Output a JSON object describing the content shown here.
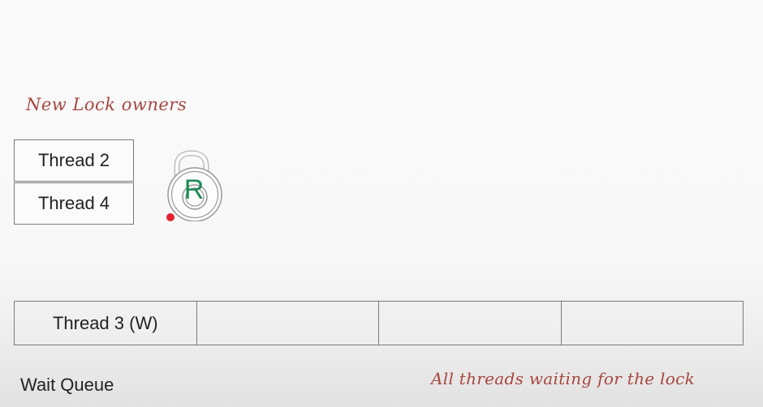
{
  "owners": {
    "label": "New Lock owners",
    "threads": [
      "Thread 2",
      "Thread 4"
    ]
  },
  "lock": {
    "letter": "R",
    "icon": "padlock-icon",
    "letter_color": "#1e8a57"
  },
  "queue": {
    "slots": [
      "Thread 3 (W)",
      "",
      "",
      ""
    ],
    "label": "Wait Queue",
    "caption": "All threads waiting for the lock"
  },
  "colors": {
    "annotation": "#a9463f",
    "pointer_dot": "#e52232"
  }
}
